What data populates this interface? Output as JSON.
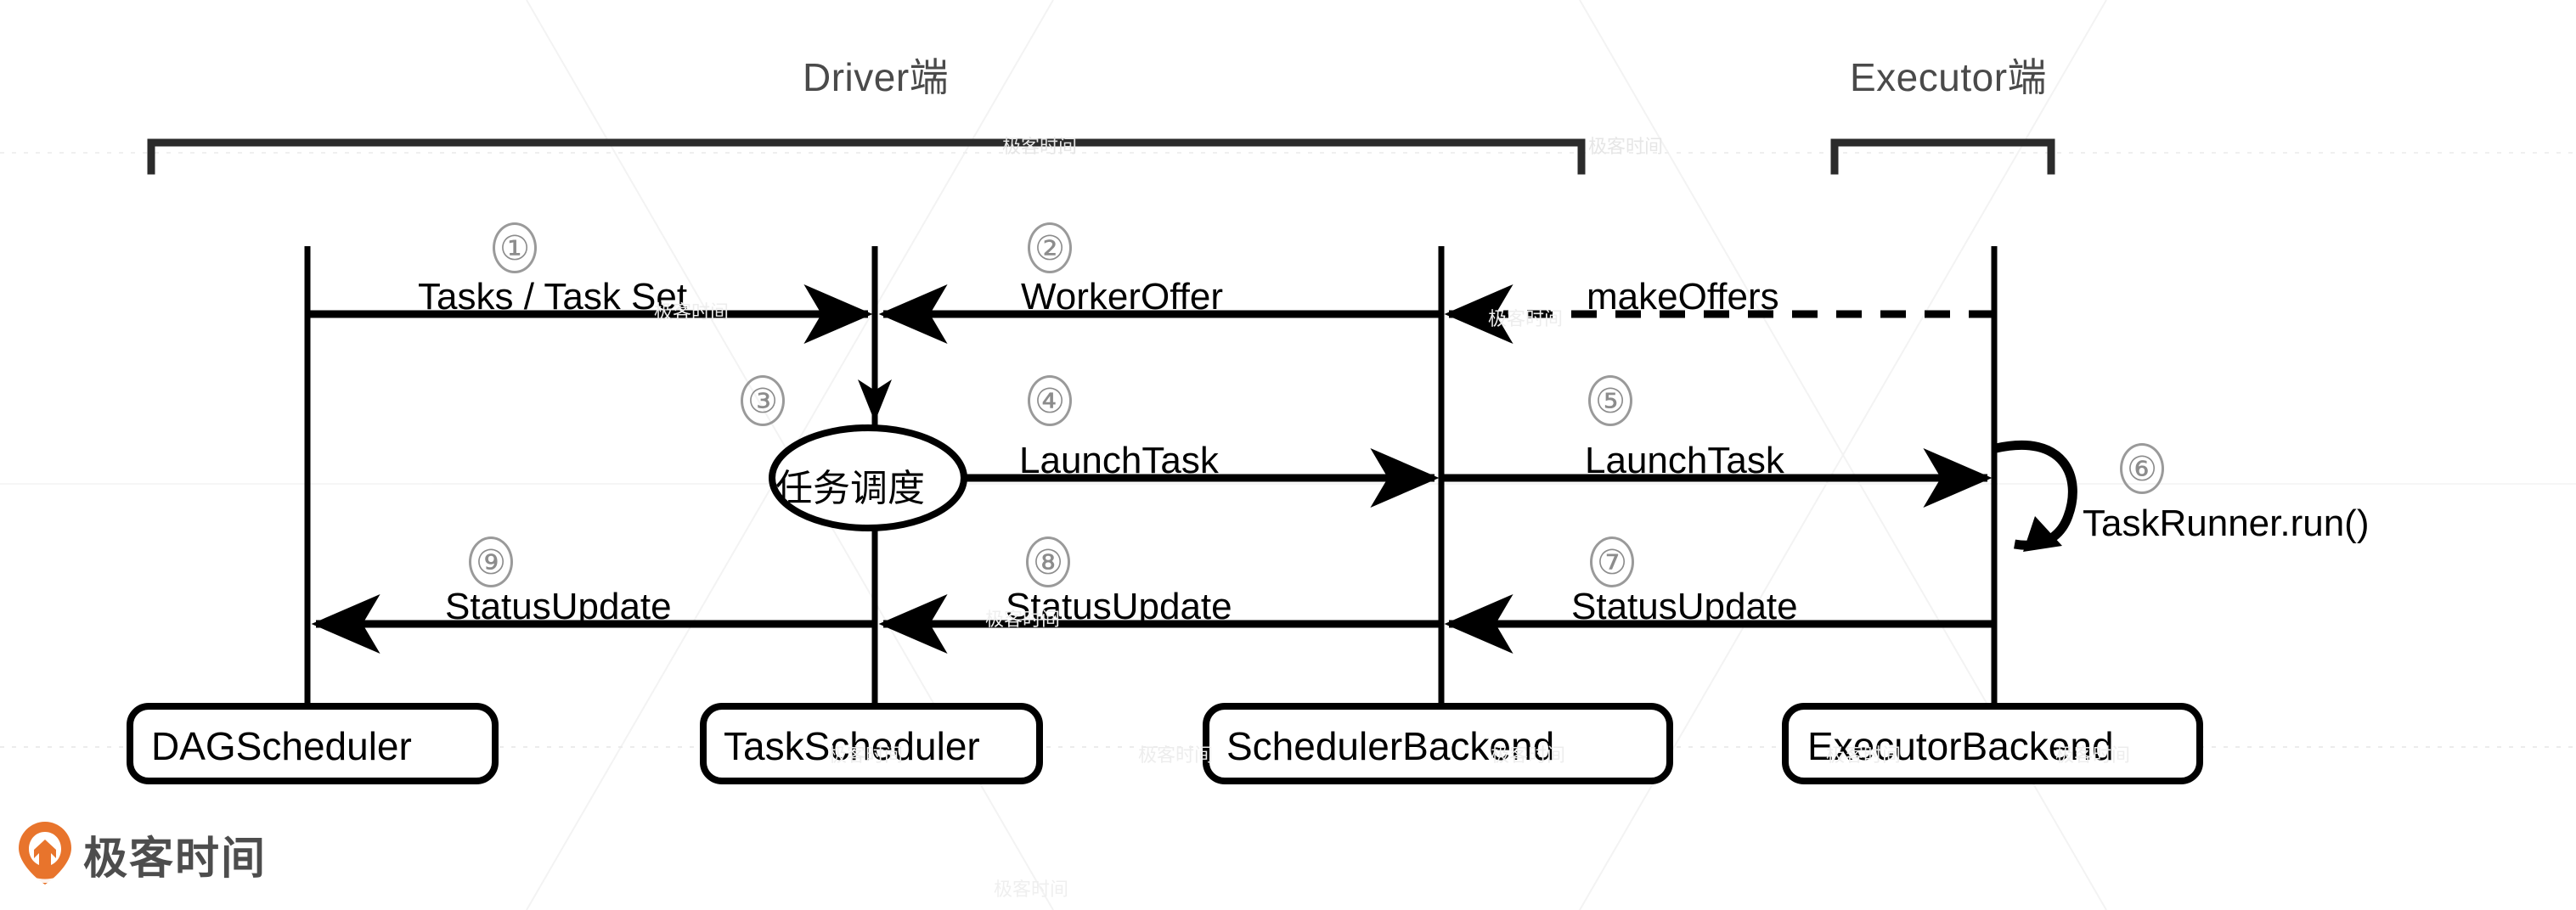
{
  "diagram": {
    "title_groups": [
      {
        "id": "driver",
        "label": "Driver端"
      },
      {
        "id": "executor",
        "label": "Executor端"
      }
    ],
    "lifelines": [
      {
        "id": "dagscheduler",
        "label": "DAGScheduler"
      },
      {
        "id": "taskscheduler",
        "label": "TaskScheduler"
      },
      {
        "id": "schedulerbackend",
        "label": "SchedulerBackend"
      },
      {
        "id": "executorbackend",
        "label": "ExecutorBackend"
      }
    ],
    "messages": [
      {
        "step": "①",
        "label": "Tasks / Task Set",
        "from": "dagscheduler",
        "to": "taskscheduler",
        "style": "solid"
      },
      {
        "step": "②",
        "label": "WorkerOffer",
        "from": "schedulerbackend",
        "to": "taskscheduler",
        "style": "solid"
      },
      {
        "step": "",
        "label": "makeOffers",
        "from": "executorbackend",
        "to": "schedulerbackend",
        "style": "dashed"
      },
      {
        "step": "③",
        "label": "任务调度",
        "from": "taskscheduler",
        "to": "taskscheduler",
        "style": "ellipse"
      },
      {
        "step": "④",
        "label": "LaunchTask",
        "from": "taskscheduler",
        "to": "schedulerbackend",
        "style": "solid"
      },
      {
        "step": "⑤",
        "label": "LaunchTask",
        "from": "schedulerbackend",
        "to": "executorbackend",
        "style": "solid"
      },
      {
        "step": "⑥",
        "label": "TaskRunner.run()",
        "from": "executorbackend",
        "to": "executorbackend",
        "style": "self-loop"
      },
      {
        "step": "⑦",
        "label": "StatusUpdate",
        "from": "executorbackend",
        "to": "schedulerbackend",
        "style": "solid"
      },
      {
        "step": "⑧",
        "label": "StatusUpdate",
        "from": "schedulerbackend",
        "to": "taskscheduler",
        "style": "solid"
      },
      {
        "step": "⑨",
        "label": "StatusUpdate",
        "from": "taskscheduler",
        "to": "dagscheduler",
        "style": "solid"
      }
    ],
    "watermark": {
      "text": "极客时间"
    },
    "logo": {
      "text": "极客时间",
      "accent_color": "#e8742c",
      "text_color": "#4d4d4d"
    },
    "colors": {
      "stroke": "#000000",
      "group_title": "#4a4a4a",
      "step_circle": "#9a9a9a",
      "background": "#ffffff"
    }
  }
}
